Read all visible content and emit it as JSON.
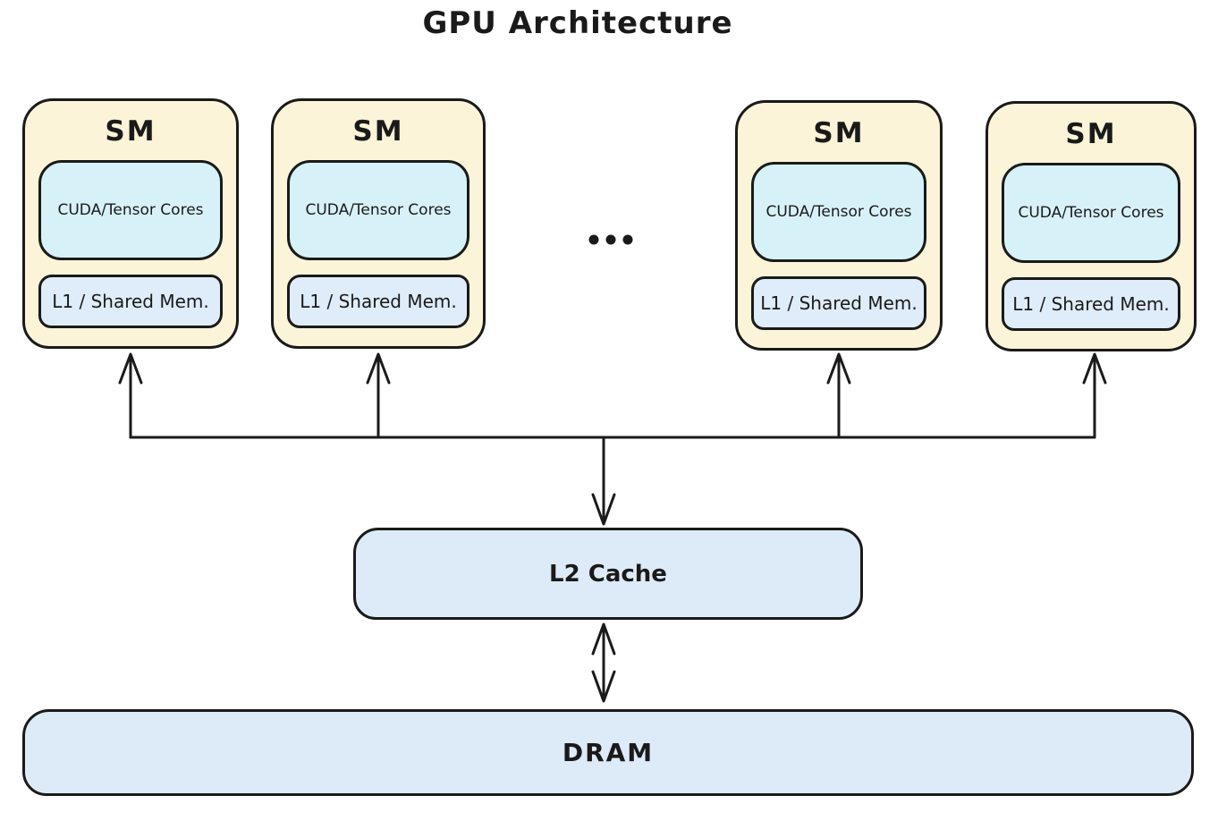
{
  "title": "GPU Architecture",
  "ellipsis": "...",
  "colors": {
    "stroke": "#1a1a1a",
    "sm_fill": "#fbf4d8",
    "cores_fill": "#d7f1f8",
    "mem_fill": "#dfecfa",
    "cache_fill": "#ddebf9",
    "background": "#ffffff"
  },
  "sm_blocks": [
    {
      "label": "SM",
      "cores_label": "CUDA/Tensor Cores",
      "mem_label": "L1 / Shared Mem."
    },
    {
      "label": "SM",
      "cores_label": "CUDA/Tensor Cores",
      "mem_label": "L1 / Shared Mem."
    },
    {
      "label": "SM",
      "cores_label": "CUDA/Tensor Cores",
      "mem_label": "L1 / Shared Mem."
    },
    {
      "label": "SM",
      "cores_label": "CUDA/Tensor Cores",
      "mem_label": "L1 / Shared Mem."
    }
  ],
  "l2_cache": {
    "label": "L2 Cache"
  },
  "dram": {
    "label": "DRAM"
  },
  "edges": [
    {
      "between": [
        "SM blocks",
        "L2 Cache"
      ],
      "style": "bus with arrowheads into each SM and into L2 Cache"
    },
    {
      "between": [
        "L2 Cache",
        "DRAM"
      ],
      "style": "double-headed arrow"
    }
  ]
}
